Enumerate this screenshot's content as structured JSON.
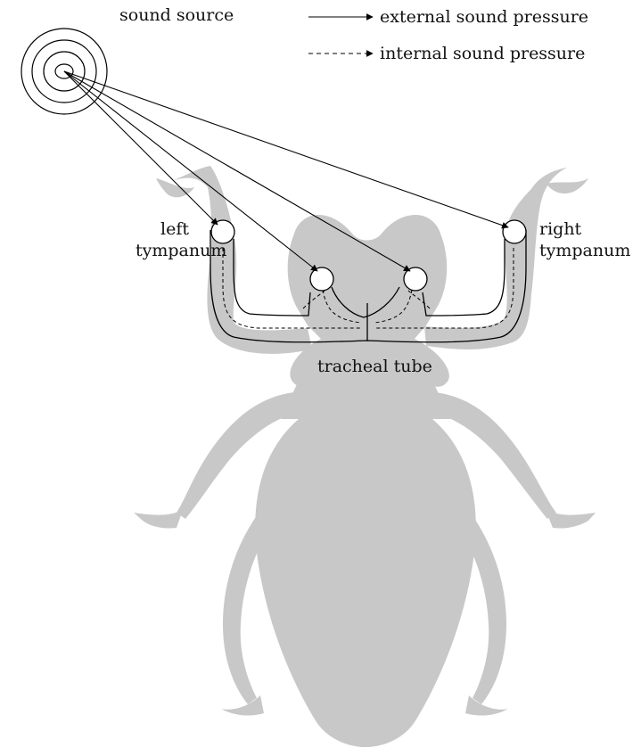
{
  "labels": {
    "sound_source": "sound source",
    "external": "external sound pressure",
    "internal": "internal sound pressure",
    "left_line1": "left",
    "left_line2": "tympanum",
    "right_line1": "right",
    "right_line2": "tympanum",
    "trachea": "tracheal tube"
  },
  "colors": {
    "body": "#c8c8c8",
    "ink": "#000000",
    "ear": "#ffffff"
  },
  "icons": {
    "source": "concentric-circles-icon",
    "external_arrow": "solid-arrow-icon",
    "internal_arrow": "dashed-arrow-icon"
  }
}
